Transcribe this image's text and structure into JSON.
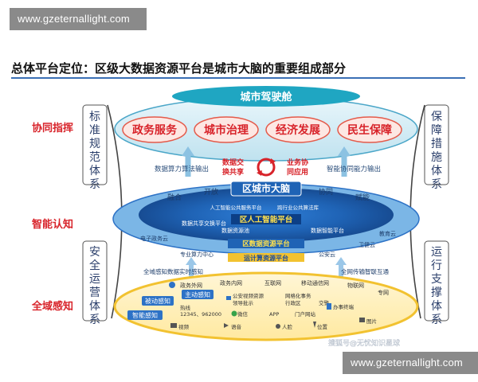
{
  "watermark_top": "www.gzeternallight.com",
  "watermark_bottom": "www.gzeternallight.com",
  "headline": "总体平台定位：区级大数据资源平台是城市大脑的重要组成部分",
  "row_labels": [
    "协同指挥",
    "智能认知",
    "全域感知"
  ],
  "left_column_top": "标准规范体系",
  "left_column_bottom": "安全运营体系",
  "right_column_top": "保障措施体系",
  "right_column_bottom": "运行支撑体系",
  "cockpit": {
    "title": "城市驾驶舱",
    "services": [
      "政务服务",
      "城市治理",
      "经济发展",
      "民生保障"
    ],
    "flow_left": "数据算力算法输出",
    "flow_right": "智能协同能力输出",
    "exchange_left": [
      "数据交",
      "换共享"
    ],
    "exchange_right": [
      "业务协",
      "同应用"
    ]
  },
  "brain": {
    "title": "区城市大脑",
    "ring_labels": [
      "融合",
      "开放",
      "协同",
      "赋能"
    ],
    "public_services": [
      "人工智能公共服务平台",
      "跨行业公共算法库"
    ],
    "ai_platform": "区人工智能平台",
    "data_resource": "数据资源池",
    "data_sharing": "数据共享交换平台",
    "data_governance": "数据智能平台",
    "data_platform": "区数据资源平台",
    "compute_platform": "运计算资源平台",
    "clouds": [
      "电子政务云",
      "专业算力中心",
      "公安云",
      "卫健云",
      "教育云"
    ]
  },
  "sense": {
    "left_flow": "全域感知数据实时感知",
    "right_flow": "全网传输智联互通",
    "networks": [
      "政务外网",
      "政务内网",
      "互联网",
      "移动通信网",
      "物联网",
      "专网"
    ],
    "tags": [
      "被动感知",
      "主动感知",
      "智能感知"
    ],
    "items": [
      "热线",
      "12345、962000",
      "公安视频资源",
      "网格化事务",
      "微信",
      "APP",
      "门户网站",
      "办事终端",
      "视频",
      "语音",
      "人脸",
      "位置",
      "图片",
      "领导批示",
      "行政区",
      "交警"
    ]
  },
  "credit": "搜狐号@无忧知识星球",
  "colors": {
    "accent_red": "#d8232a",
    "brain_blue": "#1f63b5",
    "cockpit_cyan": "#22b7c9",
    "ring_blue": "#2d72c6",
    "base_yellow": "#f2c230"
  }
}
